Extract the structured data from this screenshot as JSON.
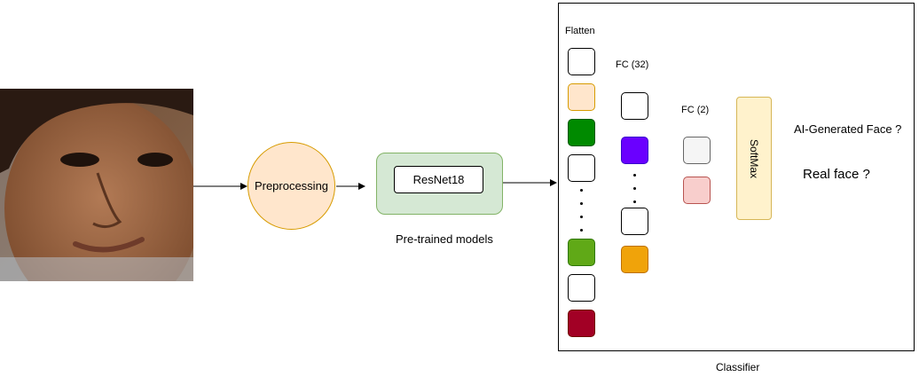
{
  "input_photo": {
    "icon": "child-face-photo"
  },
  "preprocessing": {
    "label": "Preprocessing",
    "fill": "#ffe6cc",
    "stroke": "#d79b00"
  },
  "model": {
    "inner_label": "ResNet18",
    "caption": "Pre-trained models",
    "fill": "#d5e8d4",
    "stroke": "#82b366"
  },
  "classifier": {
    "caption": "Classifier",
    "flatten": {
      "label": "Flatten",
      "nodes": [
        "#ffffff",
        "#ffe6cc",
        "#008a00",
        "#ffffff",
        "#60a917",
        "#ffffff",
        "#a20025"
      ]
    },
    "fc32": {
      "label": "FC (32)",
      "nodes": [
        "#ffffff",
        "#6a00ff",
        "#ffffff",
        "#f0a30a"
      ]
    },
    "fc2": {
      "label": "FC (2)",
      "nodes": [
        "#f5f5f5",
        "#f8cecc"
      ]
    },
    "softmax": {
      "label": "SoftMax",
      "fill": "#fff2cc",
      "stroke": "#d6b656"
    }
  },
  "outputs": {
    "ai_generated": "AI-Generated Face ?",
    "real": "Real face ?"
  }
}
